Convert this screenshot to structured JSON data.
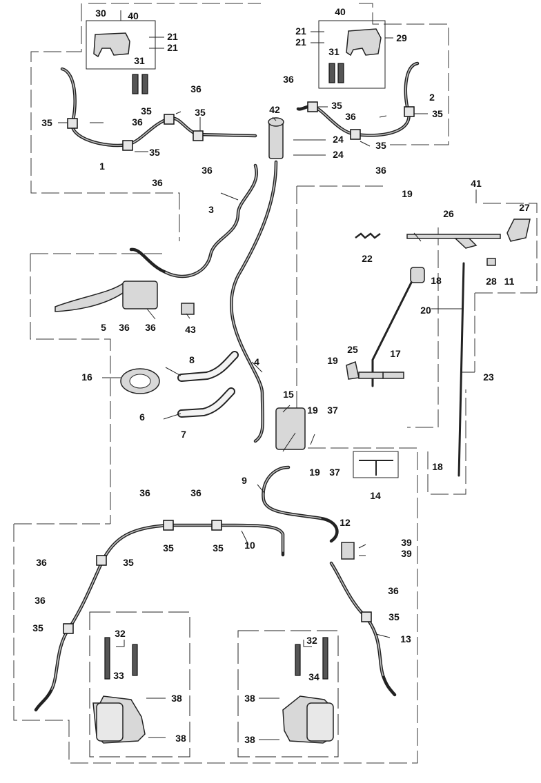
{
  "diagram": {
    "callouts": {
      "c1": "1",
      "c2": "2",
      "c3": "3",
      "c4": "4",
      "c5": "5",
      "c6": "6",
      "c7": "7",
      "c8": "8",
      "c9": "9",
      "c10": "10",
      "c11": "11",
      "c12": "12",
      "c13": "13",
      "c14": "14",
      "c15": "15",
      "c16": "16",
      "c17": "17",
      "c18": "18",
      "c19": "19",
      "c20": "20",
      "c21": "21",
      "c22": "22",
      "c23": "23",
      "c24": "24",
      "c25": "25",
      "c26": "26",
      "c27": "27",
      "c28": "28",
      "c29": "29",
      "c30": "30",
      "c31": "31",
      "c32": "32",
      "c33": "33",
      "c34": "34",
      "c35": "35",
      "c36": "36",
      "c37": "37",
      "c38": "38",
      "c39": "39",
      "c40": "40",
      "c41": "41",
      "c42": "42",
      "c43": "43"
    }
  }
}
